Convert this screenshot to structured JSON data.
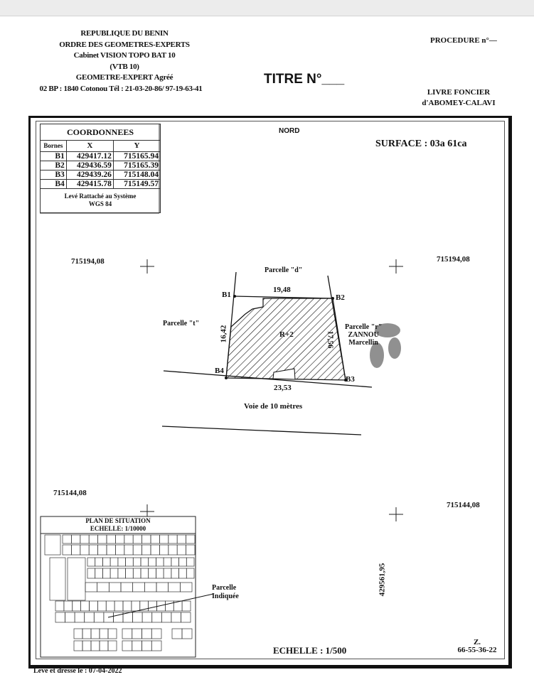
{
  "header": {
    "lines": [
      "REPUBLIQUE DU BENIN",
      "ORDRE DES GEOMETRES-EXPERTS",
      "Cabinet VISION TOPO BAT 10",
      "(VTB 10)",
      "GEOMETRE-EXPERT Agréé",
      "02 BP : 1840 Cotonou  Tél : 21-03-20-86/ 97-19-63-41"
    ],
    "procedure": "PROCEDURE n°—",
    "titre": "TITRE N°___",
    "livre_foncier": [
      "LIVRE FONCIER",
      "d'ABOMEY-CALAVI"
    ]
  },
  "coordinates": {
    "title": "COORDONNEES",
    "columns": [
      "Bornes",
      "X",
      "Y"
    ],
    "rows": [
      [
        "B1",
        "429417.12",
        "715165.94"
      ],
      [
        "B2",
        "429436.59",
        "715165.39"
      ],
      [
        "B3",
        "429439.26",
        "715148.04"
      ],
      [
        "B4",
        "429415.78",
        "715149.57"
      ]
    ],
    "system_note": [
      "Levé Rattaché au Système",
      "WGS 84"
    ]
  },
  "plan": {
    "north": "NORD",
    "surface": "SURFACE : 03a   61ca",
    "grid_labels": {
      "top_left": "715194,08",
      "top_right": "715194,08",
      "bottom_left": "715144,08",
      "bottom_right": "715144,08",
      "vertical_x": "429561,95"
    },
    "parcel_north": "Parcelle \"d\"",
    "parcel_west": "Parcelle \"t\"",
    "parcel_east": [
      "Parcelle \"r\"",
      "ZANNOU",
      "Marcellin"
    ],
    "building": "R+2",
    "bornes": [
      "B1",
      "B2",
      "B3",
      "B4"
    ],
    "dimensions": {
      "top": "19,48",
      "left": "16,42",
      "right": "17,56",
      "bottom": "23,53"
    },
    "road": "Voie de 10 mètres",
    "scale": "ECHELLE : 1/500",
    "contact": [
      "Z.",
      "66-55-36-22"
    ]
  },
  "situation": {
    "title": "PLAN DE SITUATION",
    "scale": "ECHELLE: 1/10000",
    "pointer_label": [
      "Parcelle",
      "Indiquée"
    ]
  },
  "footer": {
    "date": "Levé et dressé le : 07-04-2022"
  }
}
